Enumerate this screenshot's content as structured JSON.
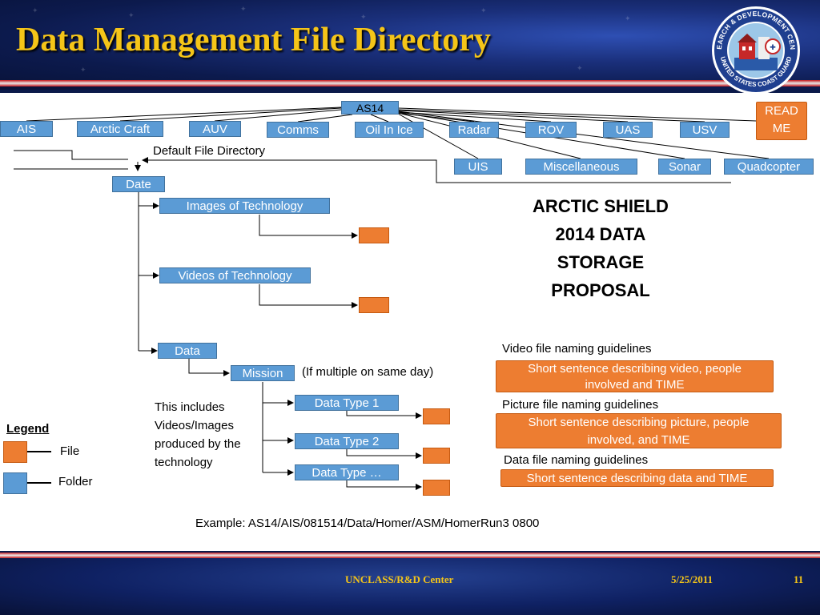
{
  "header": {
    "title": "Data Management File Directory"
  },
  "seal": {
    "ring_text_top": "RESEARCH & DEVELOPMENT CENTER",
    "ring_text_bottom": "UNITED STATES COAST GUARD"
  },
  "root": "AS14",
  "readme": {
    "line1": "READ",
    "line2": "ME"
  },
  "tech_folders": [
    "AIS",
    "Arctic Craft",
    "AUV",
    "Comms",
    "Oil In Ice",
    "Radar",
    "ROV",
    "UAS",
    "USV"
  ],
  "tech_folders_row2": [
    "UIS",
    "Miscellaneous",
    "Sonar",
    "Quadcopter"
  ],
  "default_dir_label": "Default File Directory",
  "tree": {
    "date": "Date",
    "images": "Images of Technology",
    "videos": "Videos of Technology",
    "data": "Data",
    "mission": "Mission",
    "mission_note": "(If multiple on same day)",
    "data_type_1": "Data Type 1",
    "data_type_2": "Data Type 2",
    "data_type_n": "Data Type …"
  },
  "includes_note": [
    "This includes",
    "Videos/Images",
    "produced by the",
    "technology"
  ],
  "proposal": [
    "ARCTIC SHIELD",
    "2014 DATA",
    "STORAGE",
    "PROPOSAL"
  ],
  "guidelines": {
    "video_title": "Video file naming guidelines",
    "video_line1": "Short sentence describing video, people",
    "video_line2": "involved and TIME",
    "picture_title": "Picture file naming guidelines",
    "picture_line1": "Short sentence describing picture, people",
    "picture_line2": "involved,  and TIME",
    "data_title": "Data file naming guidelines",
    "data_line1": "Short sentence describing data and TIME"
  },
  "legend": {
    "title": "Legend",
    "file": "File",
    "folder": "Folder"
  },
  "example": "Example: AS14/AIS/081514/Data/Homer/ASM/HomerRun3 0800",
  "footer": {
    "classification": "UNCLASS/R&D Center",
    "date": "5/25/2011",
    "page": "11"
  },
  "colors": {
    "folder": "#5b9bd5",
    "file": "#ed7d31",
    "title": "#f5c518",
    "background": "#0b1a4a"
  }
}
